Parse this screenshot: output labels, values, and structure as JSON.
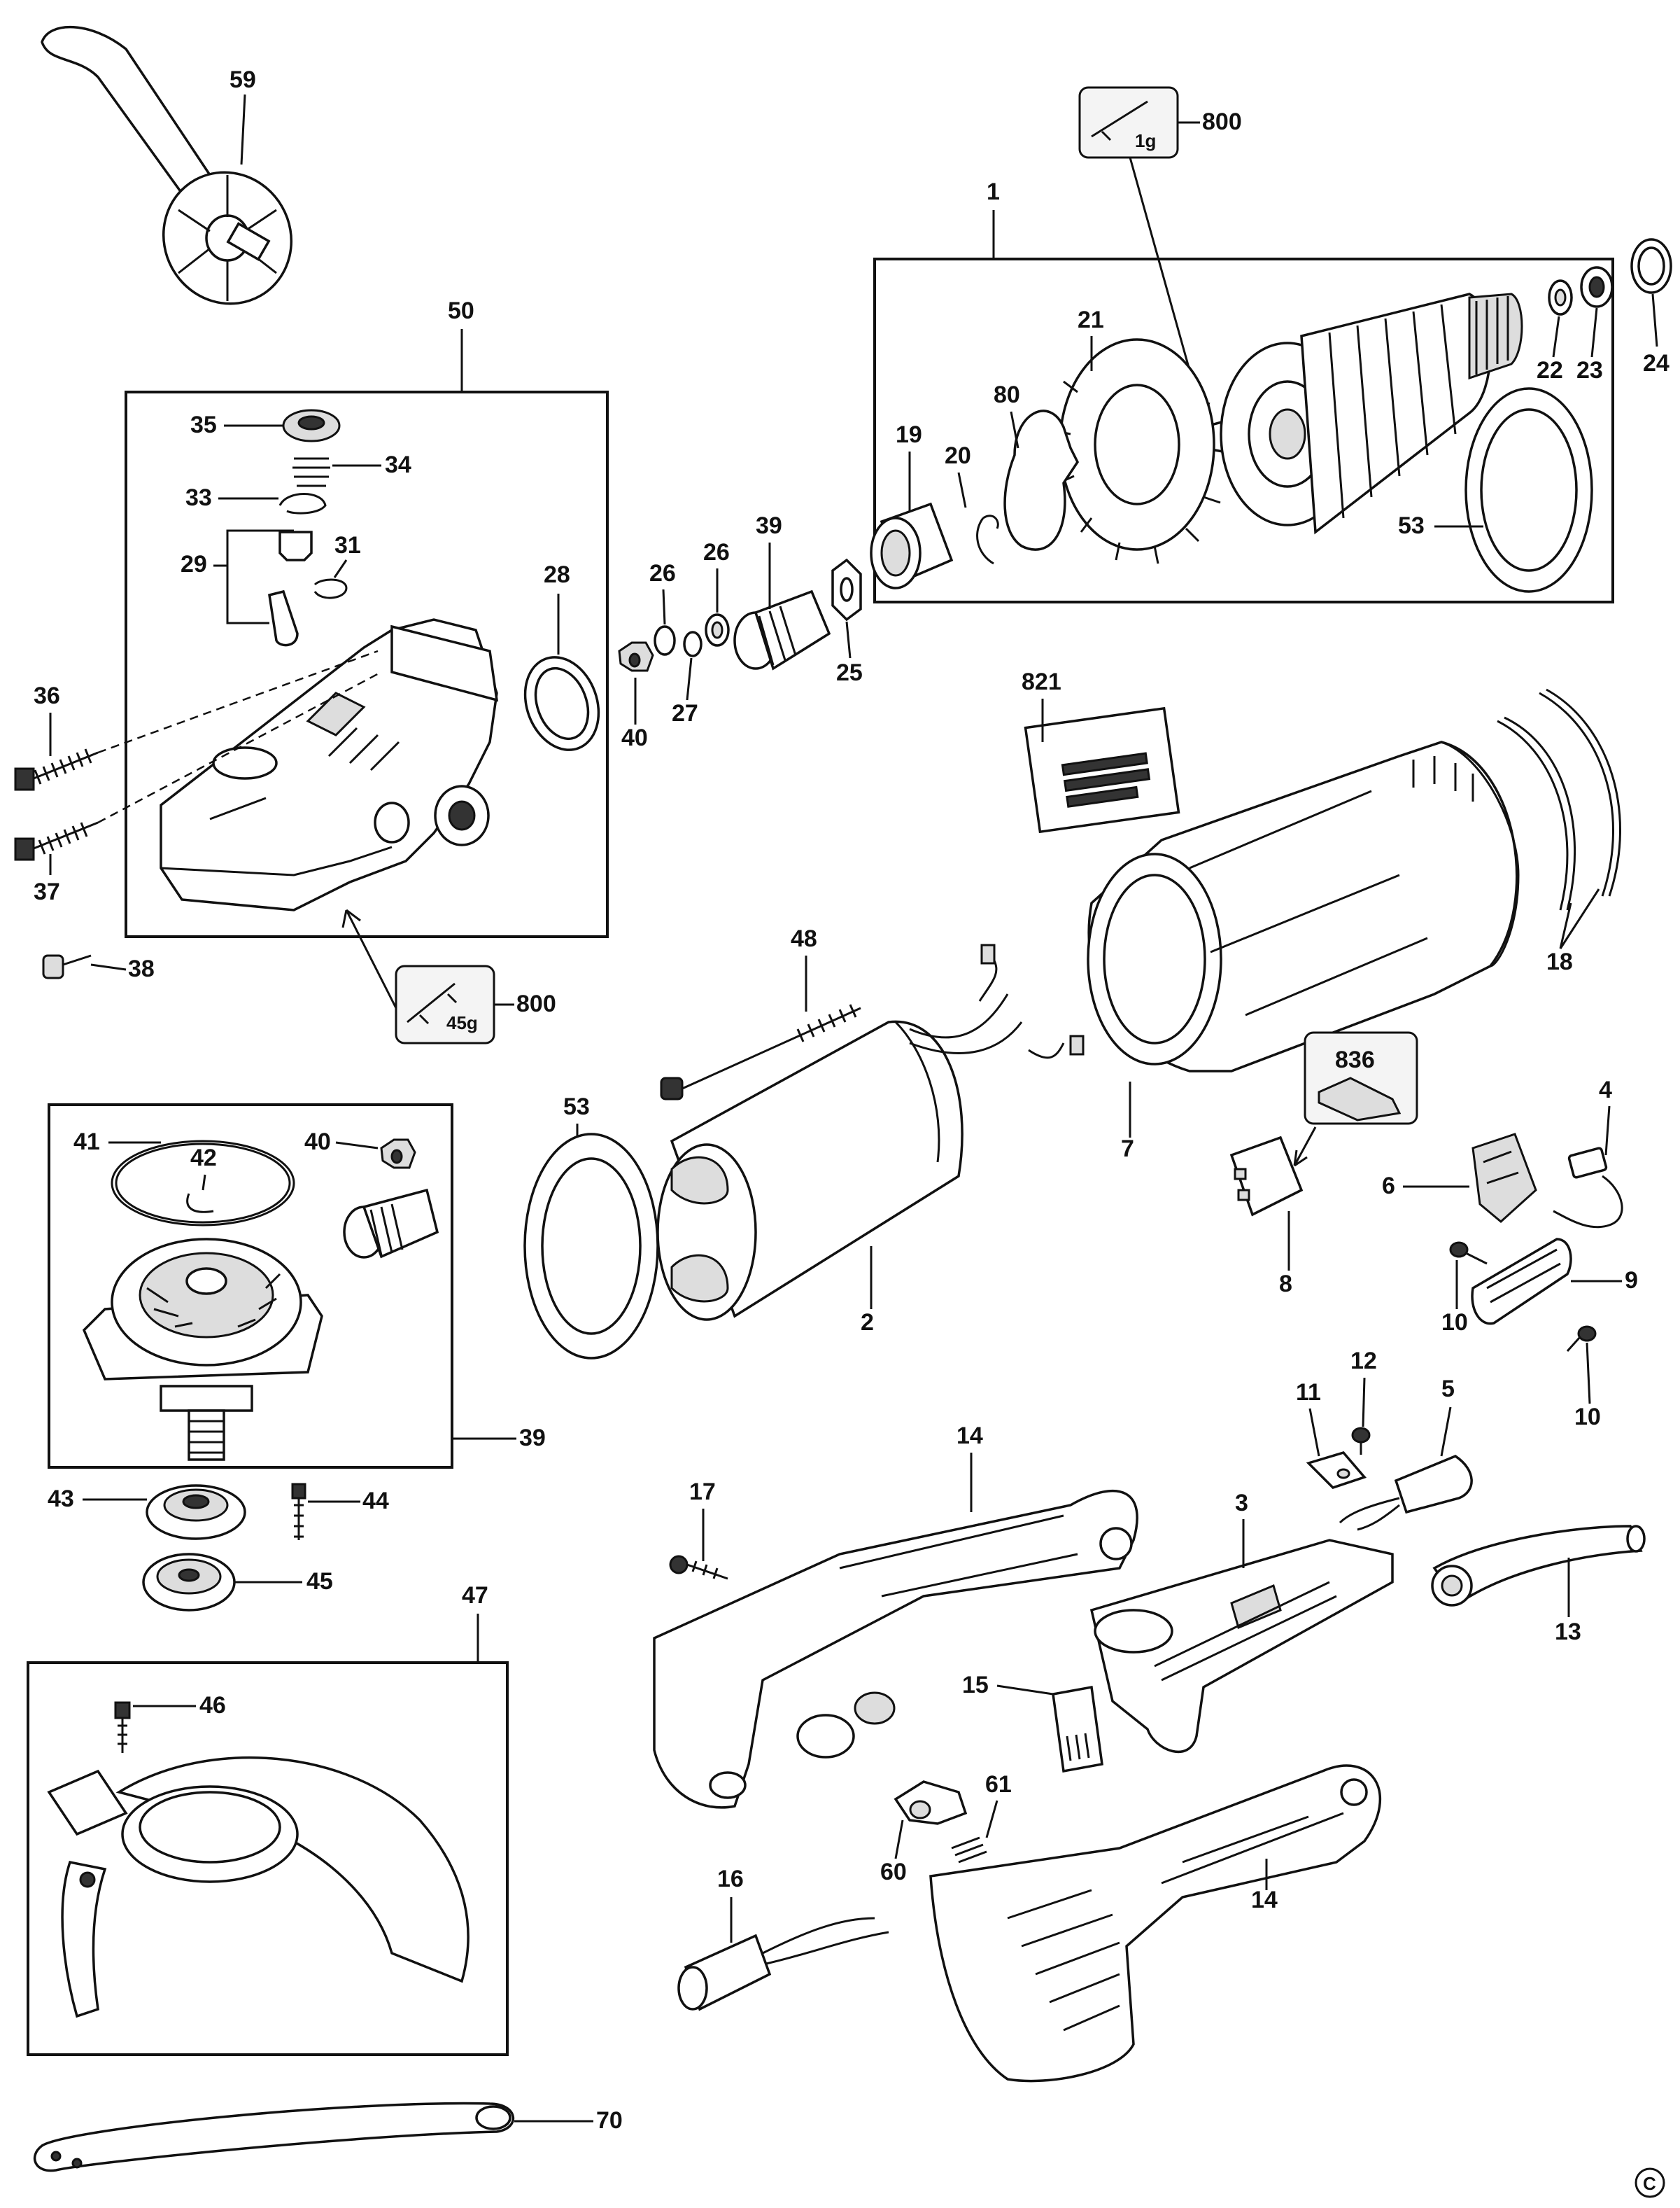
{
  "labels": {
    "p1": "1",
    "p2": "2",
    "p3": "3",
    "p4": "4",
    "p5": "5",
    "p6": "6",
    "p7": "7",
    "p8": "8",
    "p9": "9",
    "p10a": "10",
    "p10b": "10",
    "p11": "11",
    "p12": "12",
    "p13": "13",
    "p14a": "14",
    "p14b": "14",
    "p15": "15",
    "p16": "16",
    "p17": "17",
    "p18": "18",
    "p19": "19",
    "p20": "20",
    "p21": "21",
    "p22": "22",
    "p23": "23",
    "p24": "24",
    "p25": "25",
    "p26a": "26",
    "p26b": "26",
    "p27": "27",
    "p28": "28",
    "p29": "29",
    "p31": "31",
    "p33": "33",
    "p34": "34",
    "p35": "35",
    "p36": "36",
    "p37": "37",
    "p38": "38",
    "p39a": "39",
    "p39b": "39",
    "p40a": "40",
    "p40b": "40",
    "p41": "41",
    "p42": "42",
    "p43": "43",
    "p44": "44",
    "p45": "45",
    "p46": "46",
    "p47": "47",
    "p48": "48",
    "p50": "50",
    "p53a": "53",
    "p53b": "53",
    "p59": "59",
    "p60": "60",
    "p61": "61",
    "p70": "70",
    "p80": "80",
    "p800a": "800",
    "p800b": "800",
    "p821": "821",
    "p836": "836"
  },
  "grease_top": "1g",
  "grease_bottom": "45g",
  "copyright": "C"
}
